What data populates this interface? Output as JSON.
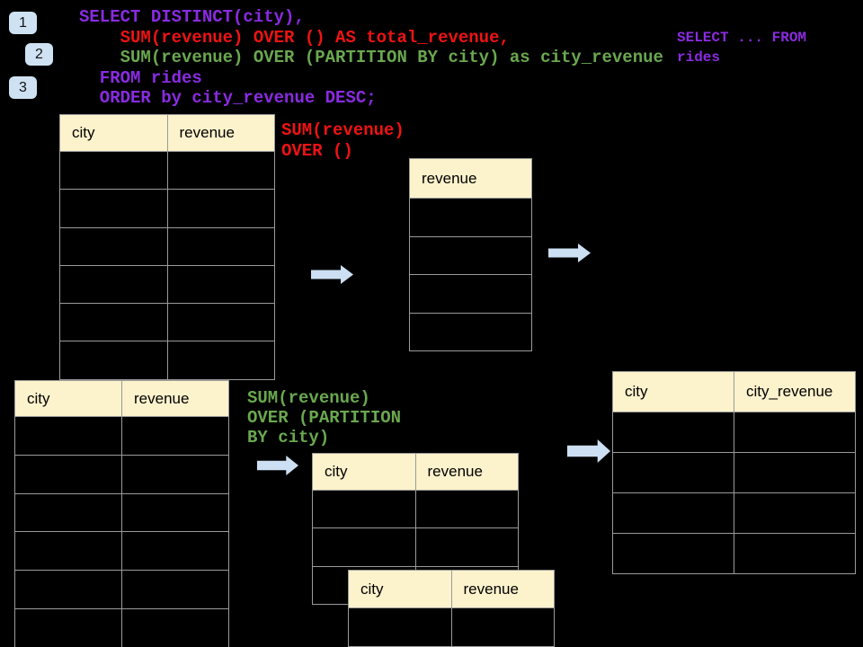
{
  "badges": [
    "1",
    "2",
    "3"
  ],
  "sql_block": {
    "lines": [
      {
        "text": "SELECT DISTINCT(city),",
        "color": "purple"
      },
      {
        "text": "    SUM(revenue) OVER () AS total_revenue,",
        "color": "red"
      },
      {
        "text": "    SUM(revenue) OVER (PARTITION BY city) as city_revenue",
        "color": "green"
      },
      {
        "text": "  FROM rides",
        "color": "purple"
      },
      {
        "text": "  ORDER by city_revenue DESC;",
        "color": "purple"
      }
    ]
  },
  "side_note": {
    "lines": [
      "SELECT ... FROM",
      "rides"
    ]
  },
  "labels": {
    "total_label": {
      "lines": [
        "SUM(revenue)",
        "OVER ()"
      ]
    },
    "partition_label": {
      "lines": [
        "SUM(revenue)",
        "OVER (PARTITION",
        "BY city)"
      ]
    }
  },
  "tables": {
    "source-top": {
      "headers": [
        "city",
        "revenue"
      ],
      "row_count": 6
    },
    "total-result": {
      "headers": [
        "revenue"
      ],
      "row_count": 4
    },
    "source-bottom": {
      "headers": [
        "city",
        "revenue"
      ],
      "row_count": 6
    },
    "partition-mid": {
      "headers": [
        "city",
        "revenue"
      ],
      "row_count": 3
    },
    "partition-overlay": {
      "headers": [
        "city",
        "revenue"
      ],
      "row_count": 1
    },
    "city-revenue": {
      "headers": [
        "city",
        "city_revenue"
      ],
      "row_count": 4
    }
  },
  "colors": {
    "purple": "#8A2BE2",
    "red": "#EE1313",
    "green": "#6AA84F",
    "header_bg": "#FCF2CC",
    "table_border": "#9A9A9A",
    "arrow": "#CDDFF2",
    "badge_bg": "#CFE2F3",
    "background": "#000000"
  }
}
